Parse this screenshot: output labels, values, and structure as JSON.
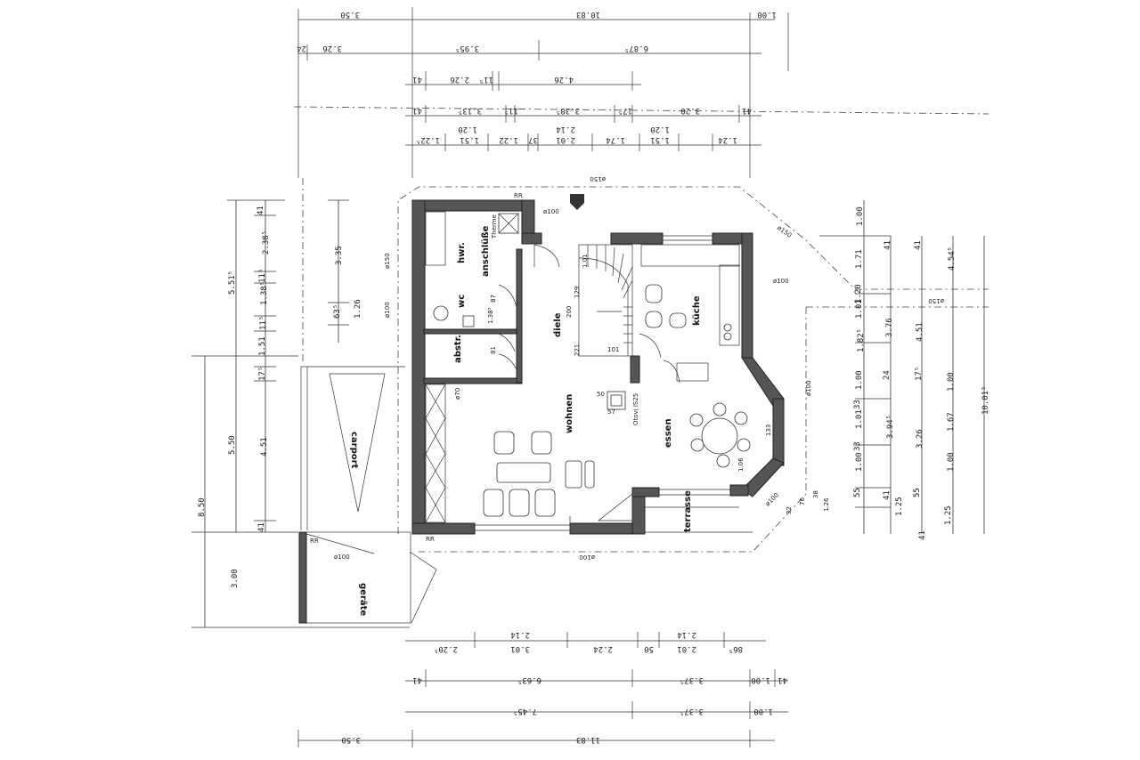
{
  "top_dims": {
    "row1": [
      "3.50",
      "10.83",
      "1.00"
    ],
    "row2": [
      "24",
      "3.26",
      "3.95⁵",
      "6.87⁵"
    ],
    "row3": [
      "41",
      "2.26",
      "11⁵",
      "4.26"
    ],
    "row4": [
      "41",
      "3.13⁵",
      "11⁵",
      "3.38⁵",
      "17⁵",
      "3.20",
      "41"
    ],
    "row5": [
      "1.22⁵",
      "1.51",
      "1.20",
      "1.22",
      "37",
      "2.01",
      "2.14",
      "1.74",
      "1.51",
      "1.20",
      "1.24"
    ]
  },
  "bottom_dims": {
    "row1": [
      "2.20⁵",
      "3.01",
      "2.14",
      "2.24",
      "50",
      "2.01",
      "2.14",
      "86⁵"
    ],
    "row2": [
      "41",
      "6.63⁵",
      "3.37⁵",
      "1.00",
      "41"
    ],
    "row3": [
      "7.45⁵",
      "3.37⁵",
      "1.00"
    ],
    "row4": [
      "3.50",
      "11.83"
    ]
  },
  "left_dims": {
    "outer": [
      "8.50",
      "3.00"
    ],
    "mid": [
      "5.51⁵",
      "5.50"
    ],
    "inner": [
      "41",
      "2.38⁵",
      "11⁵",
      "1.38⁵",
      "11⁵",
      "1.51",
      "17⁵",
      "4.51",
      "41"
    ],
    "carport": [
      "3.35",
      "63⁵",
      "1.26"
    ]
  },
  "right_dims": {
    "col1": [
      "1.00",
      "1.71",
      "1.20",
      "1.01",
      "1.82⁵",
      "1.00",
      "33",
      "1.01",
      "33",
      "1.00",
      "55",
      "1.25",
      "41"
    ],
    "col2": [
      "41",
      "3.76",
      "24",
      "3.94⁵",
      "41"
    ],
    "col3": [
      "41",
      "4.51",
      "17⁵",
      "3.26",
      "55",
      "1.25"
    ],
    "col4": [
      "4.54⁵",
      "1.00",
      "1.67",
      "1.00"
    ],
    "total": "10.01⁵"
  },
  "rooms": {
    "hwr": "hwr.",
    "anschluesse": "anschlüße",
    "therme": "Therme",
    "wc": "wc",
    "abstr": "abstr.",
    "diele": "diele",
    "kueche": "küche",
    "wohnen": "wohnen",
    "essen": "essen",
    "terrasse": "terrasse",
    "carport": "carport",
    "geraete": "geräte"
  },
  "annotations": {
    "rr1": "RR",
    "rr2": "RR",
    "rr3": "RR",
    "phi100": "ø100",
    "phi150": "ø150",
    "phi70": "ø70",
    "stair_101": "1.01",
    "stair_129": "129",
    "stair_221": "221",
    "stair_101b": "101",
    "otovi": "Otovi IS25",
    "dim_133": "133",
    "dim_50": "50",
    "dim_57": "57",
    "dim_81": "81",
    "dim_87": "87",
    "dim_138": "1.38⁵",
    "dim_200": "200",
    "dim_106": "1.06",
    "bay": [
      "32",
      "76",
      "38",
      "1.26"
    ]
  }
}
